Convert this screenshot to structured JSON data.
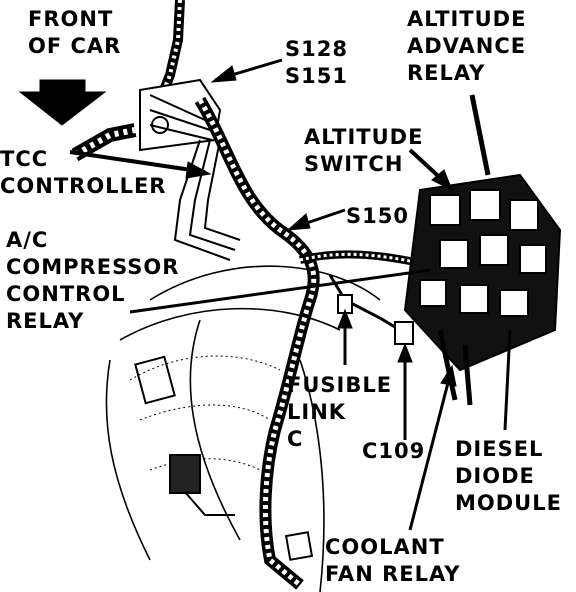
{
  "labels": {
    "front_of_car": [
      "FRONT",
      "OF CAR"
    ],
    "s128": "S128",
    "s151": "S151",
    "altitude_advance_relay": [
      "ALTITUDE",
      "ADVANCE",
      "RELAY"
    ],
    "tcc_controller": [
      "TCC",
      "CONTROLLER"
    ],
    "altitude_switch": [
      "ALTITUDE",
      "SWITCH"
    ],
    "s150": "S150",
    "ac_compressor_control_relay": [
      "A/C",
      "COMPRESSOR",
      "CONTROL",
      "RELAY"
    ],
    "fusible_link_c": [
      "FUSIBLE",
      "LINK",
      "C"
    ],
    "c109": "C109",
    "diesel_diode_module": [
      "DIESEL",
      "DIODE",
      "MODULE"
    ],
    "coolant_fan_relay": [
      "COOLANT",
      "FAN RELAY"
    ]
  },
  "colors": {
    "ink": "#000000",
    "paper": "#ffffff"
  }
}
